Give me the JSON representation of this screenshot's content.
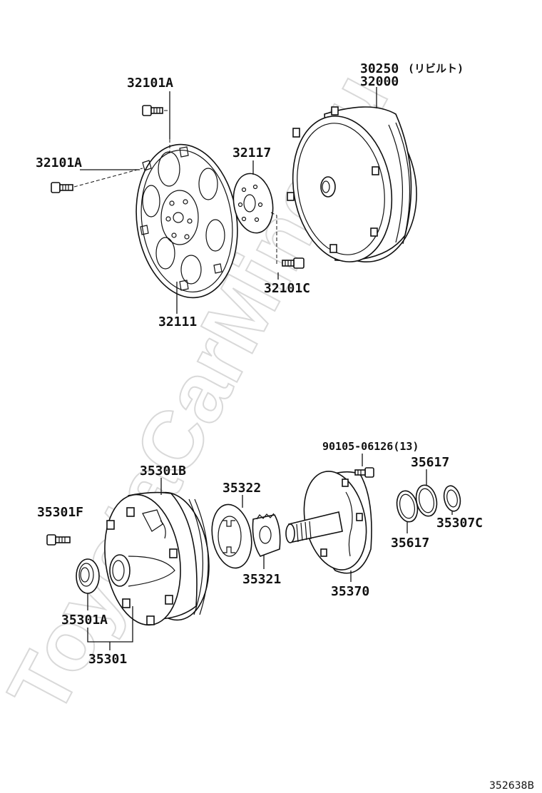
{
  "watermark": "ToyotaCarMine.ru",
  "diagram_ref": "352638B",
  "labels": {
    "p32101a_top": "32101A",
    "p32101a_left": "32101A",
    "p32111": "32111",
    "p32117": "32117",
    "p32101c": "32101C",
    "p30250": "30250",
    "p30250_note": "(リビルト)",
    "p32000": "32000",
    "p35301b": "35301B",
    "p35301f": "35301F",
    "p35301a": "35301A",
    "p35301": "35301",
    "p35322": "35322",
    "p35321": "35321",
    "p90105": "90105-06126(13)",
    "p35370": "35370",
    "p35617_top": "35617",
    "p35617_bottom": "35617",
    "p35307c": "35307C"
  }
}
